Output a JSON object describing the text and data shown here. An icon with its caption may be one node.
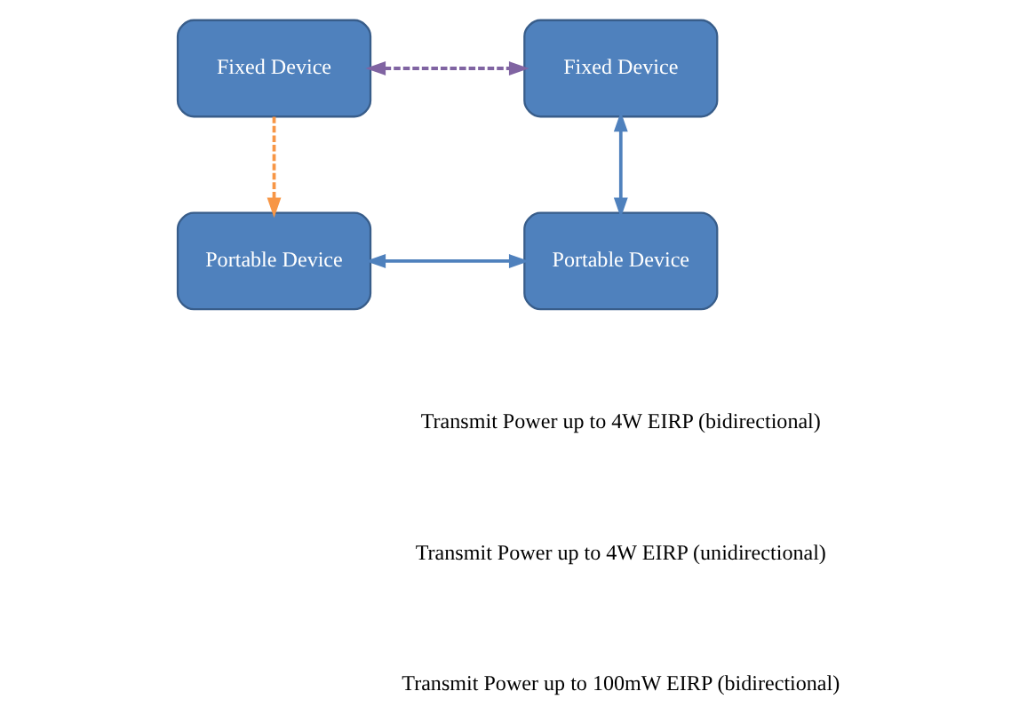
{
  "diagram": {
    "nodes": [
      {
        "text": [
          "Fixed Device"
        ]
      },
      {
        "text": [
          "Fixed Device"
        ]
      },
      {
        "text": [
          "Portable Device"
        ]
      },
      {
        "text": [
          "Portable Device"
        ]
      }
    ],
    "edges": [
      {
        "from": 0,
        "to": 1,
        "arrow": "both",
        "style": "dashed",
        "color": "#8064a2"
      },
      {
        "from": 0,
        "to": 3,
        "arrow": "to",
        "style": "dashed",
        "color": "#f79646"
      },
      {
        "from": 1,
        "to": 2,
        "arrow": "both"
      },
      {
        "from": 2,
        "to": 3,
        "arrow": "both"
      }
    ],
    "legend": [
      {
        "text": "Transmit Power up to 4W EIRP (bidirectional)"
      },
      {
        "text": "Transmit Power up to 4W EIRP (unidirectional)"
      },
      {
        "text": "Transmit Power up to 100mW EIRP (bidirectional)"
      }
    ]
  }
}
